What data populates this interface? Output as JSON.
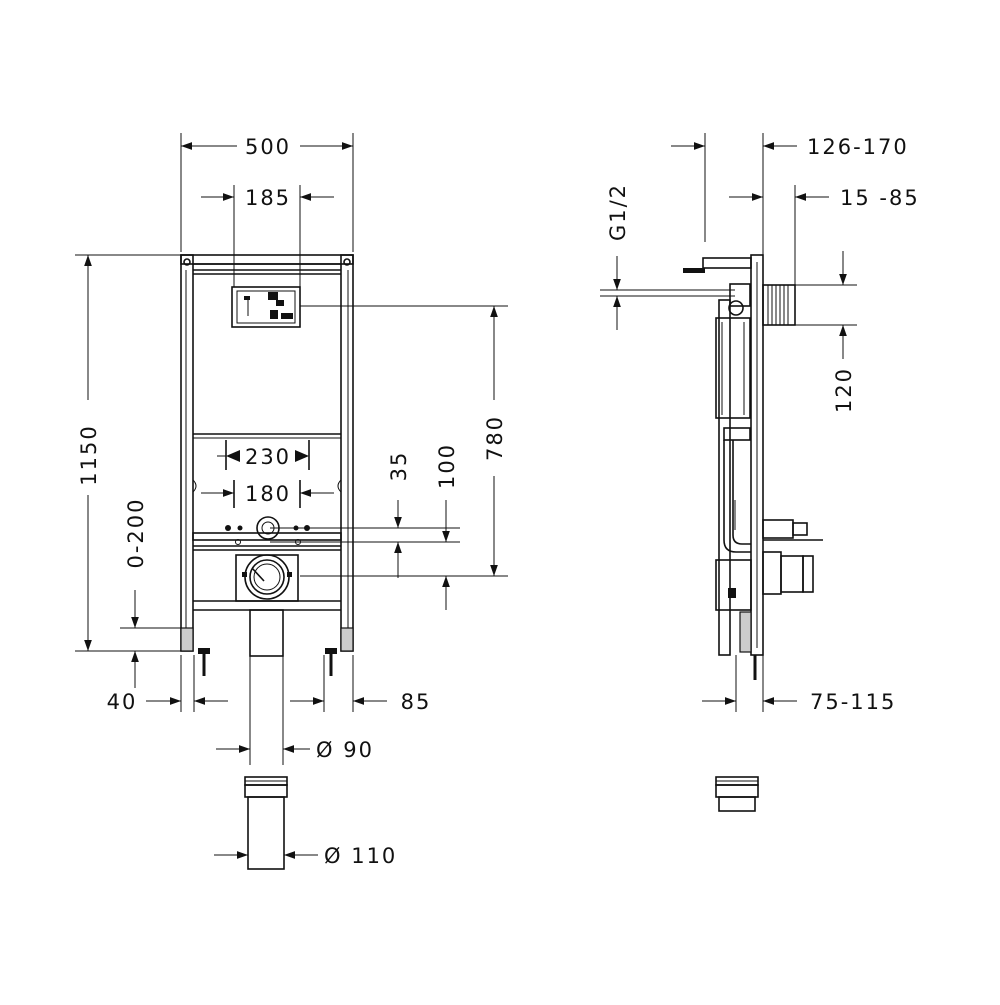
{
  "front_view": {
    "width_total": "500",
    "width_flush_plate": "185",
    "height_total": "1150",
    "height_adjust": "0-200",
    "bolt_spacing_230": "230",
    "bolt_spacing_180": "180",
    "dim_35": "35",
    "dim_100": "100",
    "dim_780": "780",
    "foot_left": "40",
    "foot_right": "85",
    "drain_diameter_90": "Ø 90",
    "drain_diameter_110": "Ø 110"
  },
  "side_view": {
    "depth_range": "126-170",
    "water_connection": "G1/2",
    "wall_range": "15 -85",
    "dim_120": "120",
    "floor_range": "75-115"
  }
}
